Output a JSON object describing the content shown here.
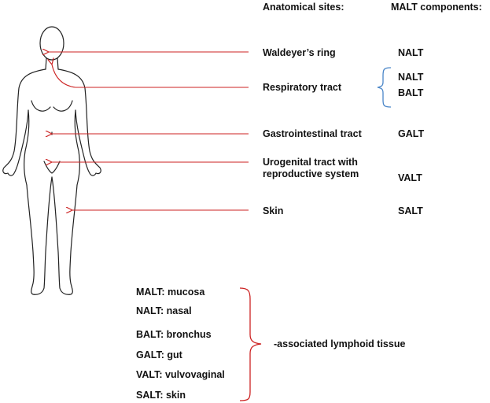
{
  "headers": {
    "sites": "Anatomical sites:",
    "components": "MALT components:"
  },
  "rows": [
    {
      "site": "Waldeyer’s ring",
      "component": "NALT"
    },
    {
      "site": "Respiratory tract",
      "component_a": "NALT",
      "component_b": "BALT"
    },
    {
      "site": "Gastrointestinal tract",
      "component": "GALT"
    },
    {
      "site": "Urogenital tract with reproductive system",
      "component": "VALT"
    },
    {
      "site": "Skin",
      "component": "SALT"
    }
  ],
  "legend": [
    "MALT: mucosa",
    "NALT: nasal",
    "BALT: bronchus",
    "GALT: gut",
    "VALT: vulvovaginal",
    "SALT: skin"
  ],
  "legend_suffix": "-associated lymphoid tissue",
  "colors": {
    "arrow": "#cc2222",
    "brace_blue": "#4a86c8",
    "brace_red": "#cc2222",
    "outline": "#222222"
  }
}
